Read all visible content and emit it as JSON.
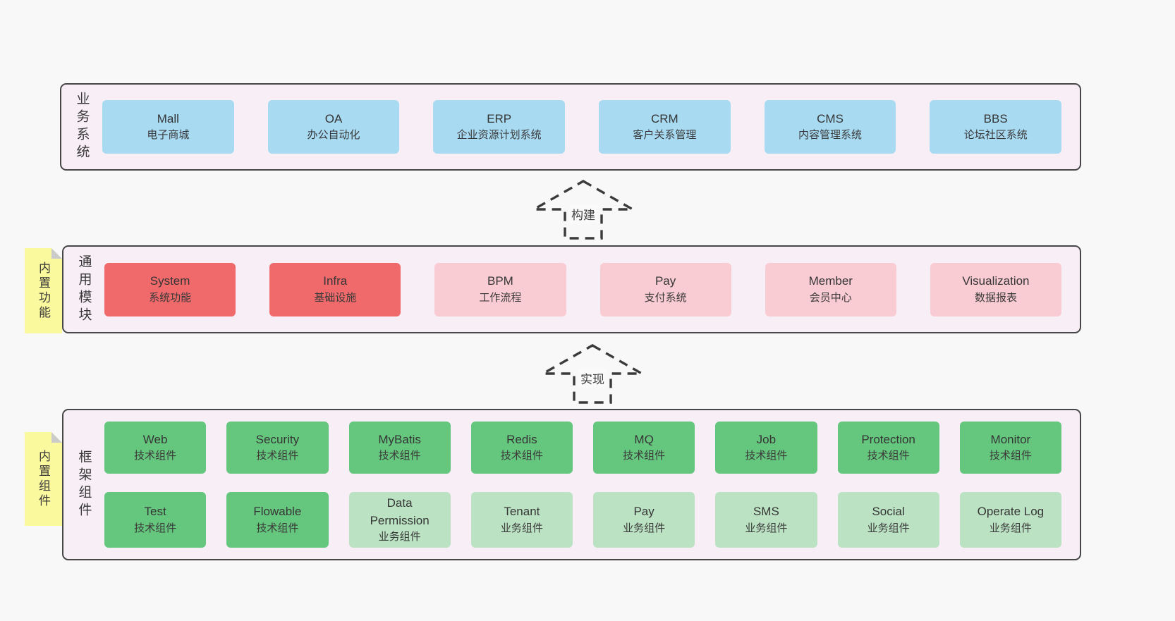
{
  "colors": {
    "page_bg": "#f8f8f8",
    "band_bg": "#f8eef6",
    "band_border": "#474747",
    "blue": "#a8daf2",
    "red": "#f0696b",
    "pink": "#f9cbd3",
    "green": "#65c67d",
    "green_light": "#bbe3c3",
    "sticky_yellow": "#fbf99d",
    "sticky_fold": "#cbcbcb",
    "text": "#383838"
  },
  "arrows": {
    "build": {
      "label": "构建"
    },
    "implement": {
      "label": "实现"
    }
  },
  "sections": {
    "business": {
      "label": "业务系统",
      "boxes": [
        {
          "title": "Mall",
          "subtitle": "电子商城",
          "variant": "blue"
        },
        {
          "title": "OA",
          "subtitle": "办公自动化",
          "variant": "blue"
        },
        {
          "title": "ERP",
          "subtitle": "企业资源计划系统",
          "variant": "blue"
        },
        {
          "title": "CRM",
          "subtitle": "客户关系管理",
          "variant": "blue"
        },
        {
          "title": "CMS",
          "subtitle": "内容管理系统",
          "variant": "blue"
        },
        {
          "title": "BBS",
          "subtitle": "论坛社区系统",
          "variant": "blue"
        }
      ]
    },
    "modules": {
      "label": "通用模块",
      "sticky": "内置功能",
      "boxes": [
        {
          "title": "System",
          "subtitle": "系统功能",
          "variant": "red"
        },
        {
          "title": "Infra",
          "subtitle": "基础设施",
          "variant": "red"
        },
        {
          "title": "BPM",
          "subtitle": "工作流程",
          "variant": "pink"
        },
        {
          "title": "Pay",
          "subtitle": "支付系统",
          "variant": "pink"
        },
        {
          "title": "Member",
          "subtitle": "会员中心",
          "variant": "pink"
        },
        {
          "title": "Visualization",
          "subtitle": "数据报表",
          "variant": "pink"
        }
      ]
    },
    "components": {
      "label": "框架组件",
      "sticky": "内置组件",
      "rows": [
        [
          {
            "title": "Web",
            "subtitle": "技术组件",
            "variant": "green"
          },
          {
            "title": "Security",
            "subtitle": "技术组件",
            "variant": "green"
          },
          {
            "title": "MyBatis",
            "subtitle": "技术组件",
            "variant": "green"
          },
          {
            "title": "Redis",
            "subtitle": "技术组件",
            "variant": "green"
          },
          {
            "title": "MQ",
            "subtitle": "技术组件",
            "variant": "green"
          },
          {
            "title": "Job",
            "subtitle": "技术组件",
            "variant": "green"
          },
          {
            "title": "Protection",
            "subtitle": "技术组件",
            "variant": "green"
          },
          {
            "title": "Monitor",
            "subtitle": "技术组件",
            "variant": "green"
          }
        ],
        [
          {
            "title": "Test",
            "subtitle": "技术组件",
            "variant": "green"
          },
          {
            "title": "Flowable",
            "subtitle": "技术组件",
            "variant": "green"
          },
          {
            "title": "Data Permission",
            "subtitle": "业务组件",
            "variant": "green-light"
          },
          {
            "title": "Tenant",
            "subtitle": "业务组件",
            "variant": "green-light"
          },
          {
            "title": "Pay",
            "subtitle": "业务组件",
            "variant": "green-light"
          },
          {
            "title": "SMS",
            "subtitle": "业务组件",
            "variant": "green-light"
          },
          {
            "title": "Social",
            "subtitle": "业务组件",
            "variant": "green-light"
          },
          {
            "title": "Operate Log",
            "subtitle": "业务组件",
            "variant": "green-light"
          }
        ]
      ]
    }
  }
}
